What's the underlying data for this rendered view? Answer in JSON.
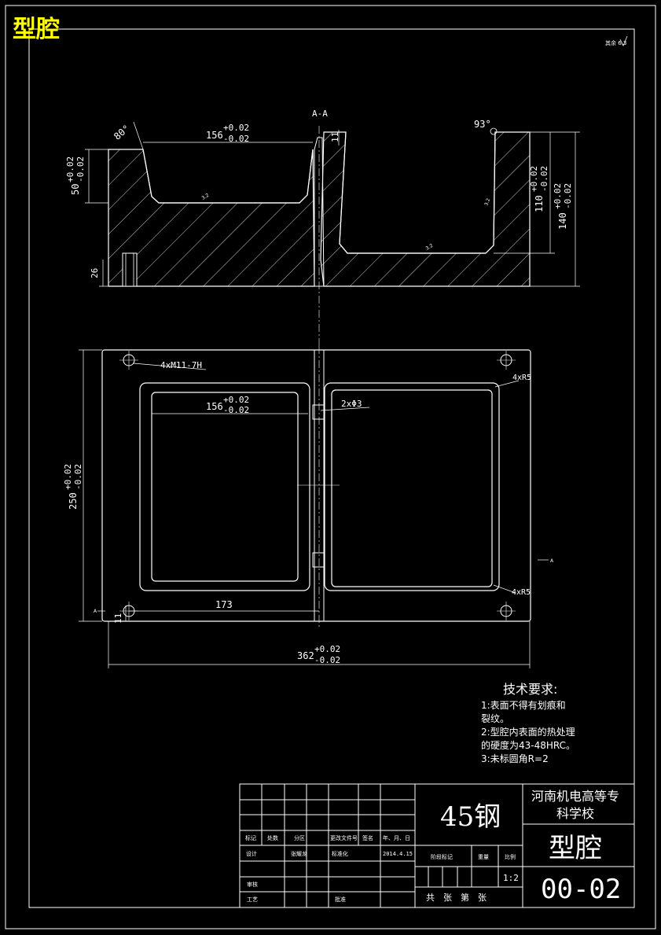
{
  "sheet_title": "型腔",
  "roughness_note": "其余 6.3",
  "section_label": "A-A",
  "section": {
    "angle_left": "80°",
    "angle_right": "93°",
    "dim_width": "156",
    "dim_width_tol_plus": "+0.02",
    "dim_width_tol_minus": "-0.02",
    "dim_depth_left": "50",
    "dim_depth_left_tol_plus": "+0.02",
    "dim_depth_left_tol_minus": "-0.02",
    "dim_depth_right": "110",
    "dim_depth_right_tol_plus": "+0.02",
    "dim_depth_right_tol_minus": "-0.02",
    "dim_height": "140",
    "dim_height_tol_plus": "+0.02",
    "dim_height_tol_minus": "-0.02",
    "dim_26": "26",
    "dim_11": "11",
    "rough_mark": "3.2"
  },
  "plan": {
    "thread_note": "4xM11-7H",
    "radius_note_top": "4xR5",
    "radius_note_bottom": "4xR5",
    "hole_note": "2xΦ3",
    "dim_inner_width": "156",
    "dim_inner_tol_plus": "+0.02",
    "dim_inner_tol_minus": "-0.02",
    "dim_height": "250",
    "dim_height_tol_plus": "+0.02",
    "dim_height_tol_minus": "-0.02",
    "dim_173": "173",
    "dim_11": "11",
    "dim_total": "362",
    "dim_total_tol_plus": "+0.02",
    "dim_total_tol_minus": "-0.02",
    "section_mark_left": "A",
    "section_mark_right": "A"
  },
  "tech_req": {
    "title": "技术要求:",
    "line1": "1:表面不得有划痕和",
    "line2": "裂纹。",
    "line3": "2:型腔内表面的热处理",
    "line4": "的硬度为43-48HRC。",
    "line5": "3:未标圆角R=2"
  },
  "title_block": {
    "material": "45钢",
    "school_line1": "河南机电高等专",
    "school_line2": "科学校",
    "part_name": "型腔",
    "drawing_no": "00-02",
    "h_biaoji": "标记",
    "h_chushu": "处数",
    "h_fenqu": "分区",
    "h_gengaiwenjian": "更改文件号",
    "h_qianming": "签名",
    "h_date": "年、月、日",
    "h_sheji": "设计",
    "designer": "张耀龙",
    "h_biaozhunhua": "标准化",
    "date": "2014.4.15",
    "h_jieduan": "阶段标记",
    "h_zhongliang": "重量",
    "h_bili": "比例",
    "scale": "1:2",
    "h_shenhe": "审核",
    "h_gongyi": "工艺",
    "h_pizhun": "批准",
    "sheet_count": "共　张　第　张"
  }
}
